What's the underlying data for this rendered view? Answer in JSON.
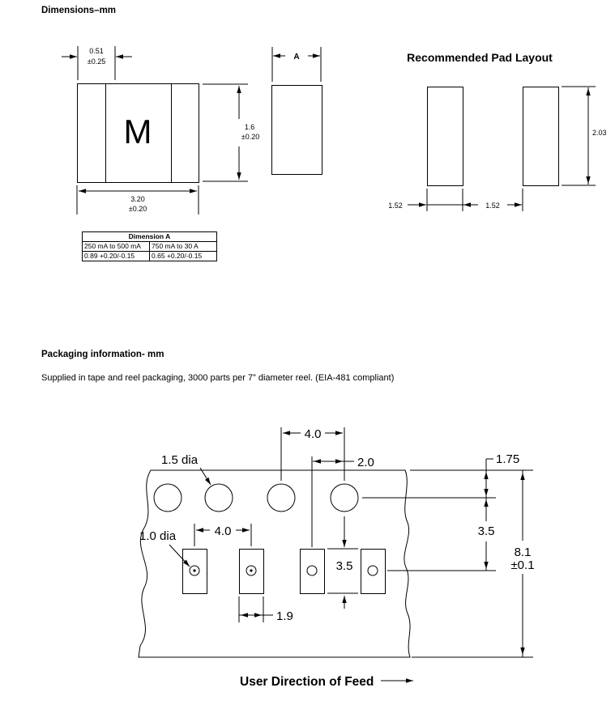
{
  "dimensions": {
    "title": "Dimensions–mm",
    "front_view": {
      "marking": "M",
      "band_width": "0.51",
      "band_width_tol": "±0.25",
      "height": "1.6",
      "height_tol": "±0.20",
      "length": "3.20",
      "length_tol": "±0.20"
    },
    "side_view": {
      "width_label": "A"
    },
    "pad_layout": {
      "title": "Recommended Pad Layout",
      "pad_height": "2.03",
      "pad_width": "1.52",
      "pad_gap": "1.52"
    },
    "table": {
      "title": "Dimension A",
      "range1": "250 mA to 500 mA",
      "range2": "750 mA to 30 A",
      "value1": "0.89 +0.20/-0.15",
      "value2": "0.65 +0.20/-0.15"
    }
  },
  "packaging": {
    "title": "Packaging information- mm",
    "note": "Supplied in tape and reel packaging, 3000 parts per 7” diameter reel. (EIA-481 compliant)",
    "tape": {
      "hole_pitch": "4.0",
      "hole_to_pocket": "2.0",
      "hole_dia": "1.5 dia",
      "pocket_hole_dia": "1.0 dia",
      "pocket_pitch": "4.0",
      "edge_to_hole": "1.75",
      "hole_to_pocket_center": "3.5",
      "pocket_length": "3.5",
      "pocket_width": "1.9",
      "tape_width": "8.1",
      "tape_width_tol": "±0.1"
    },
    "feed_label": "User Direction of Feed"
  }
}
